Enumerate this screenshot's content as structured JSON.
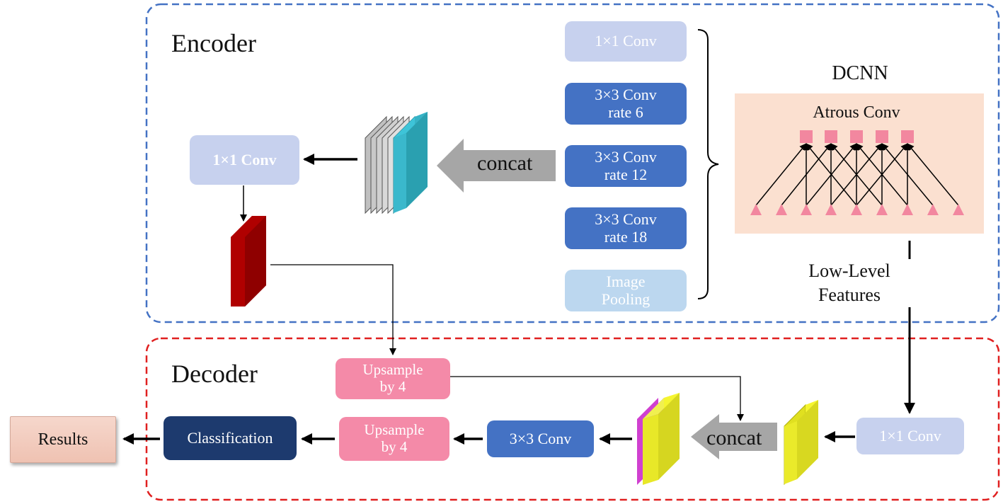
{
  "encoder": {
    "title": "Encoder",
    "dcnn_title": "DCNN",
    "atrous_title": "Atrous Conv",
    "branches": [
      {
        "line1": "1×1 Conv",
        "line2": ""
      },
      {
        "line1": "3×3 Conv",
        "line2": "rate 6"
      },
      {
        "line1": "3×3 Conv",
        "line2": "rate 12"
      },
      {
        "line1": "3×3 Conv",
        "line2": "rate 18"
      },
      {
        "line1": "Image",
        "line2": "Pooling"
      }
    ],
    "concat_label": "concat",
    "conv_1x1": "1×1 Conv"
  },
  "low_level": {
    "line1": "Low-Level",
    "line2": "Features"
  },
  "decoder": {
    "title": "Decoder",
    "upsample_top": {
      "line1": "Upsample",
      "line2": "by 4"
    },
    "upsample_bottom": {
      "line1": "Upsample",
      "line2": "by 4"
    },
    "classification": "Classification",
    "conv_3x3": "3×3 Conv",
    "concat_label": "concat",
    "conv_1x1": "1×1 Conv"
  },
  "results": "Results",
  "colors": {
    "encoder_border": "#4472c4",
    "decoder_border": "#e02020",
    "light_block": "#c7d1ee",
    "dark_block": "#4472c4",
    "pink_block": "#f48aa8",
    "navy_block": "#1d3a6e",
    "atrous_bg": "#fbe0d0",
    "feature_red": "#b00000",
    "feature_yellow": "#e0e020",
    "feature_teal": "#2aa0b0"
  }
}
